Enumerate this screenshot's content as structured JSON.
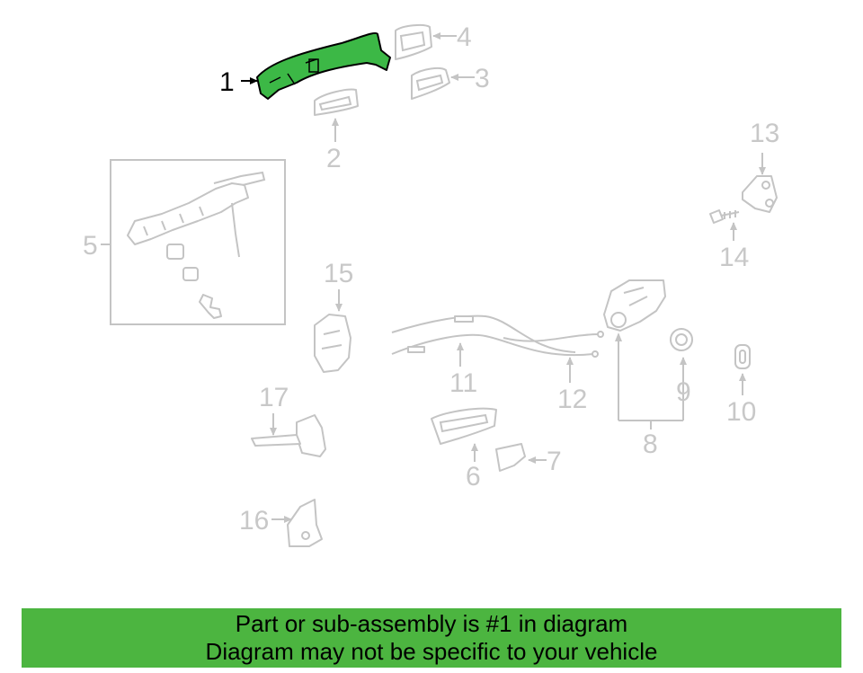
{
  "colors": {
    "highlight": "#3cb846",
    "banner": "#4cb540",
    "inactive": "#c8c8c8",
    "active": "#000000"
  },
  "highlighted_part": "1",
  "callouts": {
    "c1": "1",
    "c2": "2",
    "c3": "3",
    "c4": "4",
    "c5": "5",
    "c6": "6",
    "c7": "7",
    "c8": "8",
    "c9": "9",
    "c10": "10",
    "c11": "11",
    "c12": "12",
    "c13": "13",
    "c14": "14",
    "c15": "15",
    "c16": "16",
    "c17": "17"
  },
  "banner": {
    "line1": "Part or sub-assembly is #1 in diagram",
    "line2": "Diagram may not be specific to your vehicle"
  }
}
